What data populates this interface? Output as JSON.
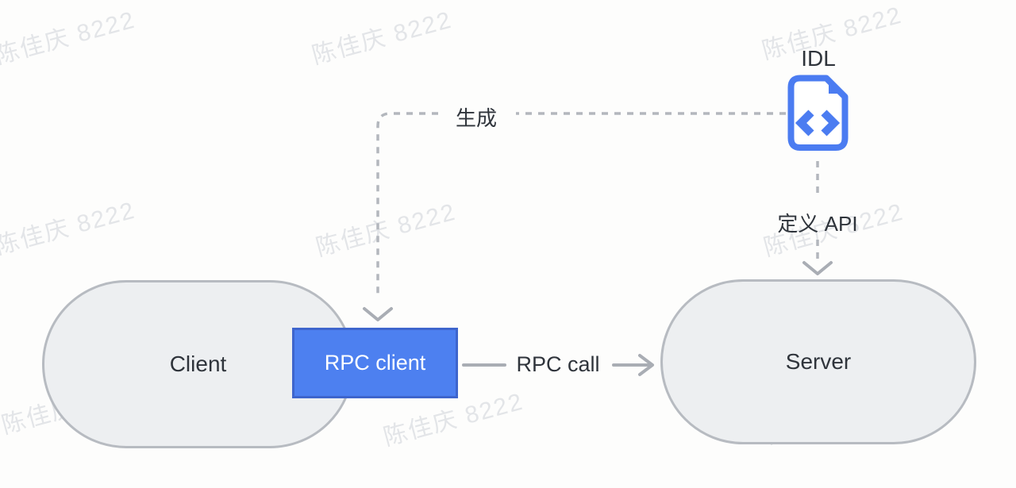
{
  "watermark": {
    "text": "陈佳庆 8222"
  },
  "colors": {
    "background": "#fdfdfc",
    "accent_blue": "#4b7cf1",
    "rpc_box_fill": "#4d80f0",
    "rpc_box_border": "#3e65cd",
    "node_fill": "#edeff1",
    "node_border": "#b7bbc1",
    "connector_gray": "#a9adb4",
    "dash_gray": "#b3b7bd",
    "text_dark": "#2f343b",
    "watermark_gray": "#e3e5e8"
  },
  "diagram": {
    "idl": {
      "label": "IDL",
      "icon": "file-code-icon"
    },
    "nodes": {
      "client": {
        "label": "Client",
        "shape": "stadium"
      },
      "rpc_client": {
        "label": "RPC client",
        "shape": "rectangle"
      },
      "server": {
        "label": "Server",
        "shape": "stadium"
      }
    },
    "edges": {
      "generate": {
        "label": "生成",
        "style": "dashed",
        "from": "IDL",
        "to": "RPC client"
      },
      "define_api": {
        "label": "定义 API",
        "style": "dashed",
        "from": "IDL",
        "to": "Server"
      },
      "rpc_call": {
        "label": "RPC call",
        "style": "solid",
        "from": "RPC client",
        "to": "Server"
      }
    }
  }
}
